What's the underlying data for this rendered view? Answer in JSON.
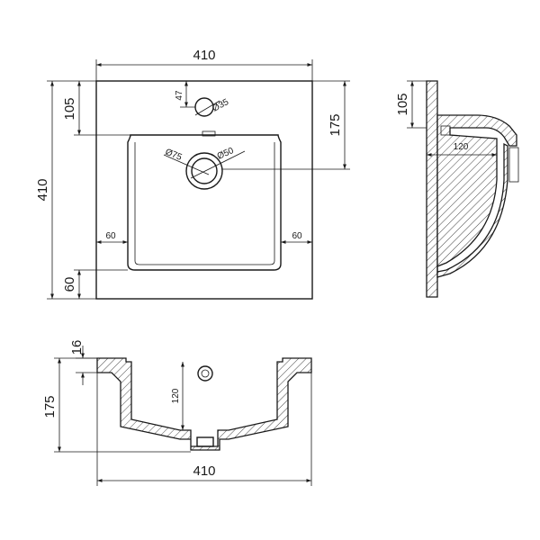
{
  "top_view": {
    "width_label": "410",
    "height_label": "410",
    "tap_offset_label": "105",
    "tap_hole_offset_label": "47",
    "tap_hole_diameter_label": "Ø35",
    "drain_offset_label": "175",
    "drain_outer_label": "Ø75",
    "drain_inner_label": "Ø50",
    "left_rim_label": "60",
    "right_rim_label": "60",
    "bottom_rim_label": "60"
  },
  "side_view": {
    "height_label": "105",
    "depth_label": "120"
  },
  "front_section": {
    "rim_thickness_label": "16",
    "height_label": "175",
    "bowl_depth_label": "120",
    "width_label": "410"
  },
  "colors": {
    "line": "#1a1a1a",
    "background": "#ffffff"
  }
}
